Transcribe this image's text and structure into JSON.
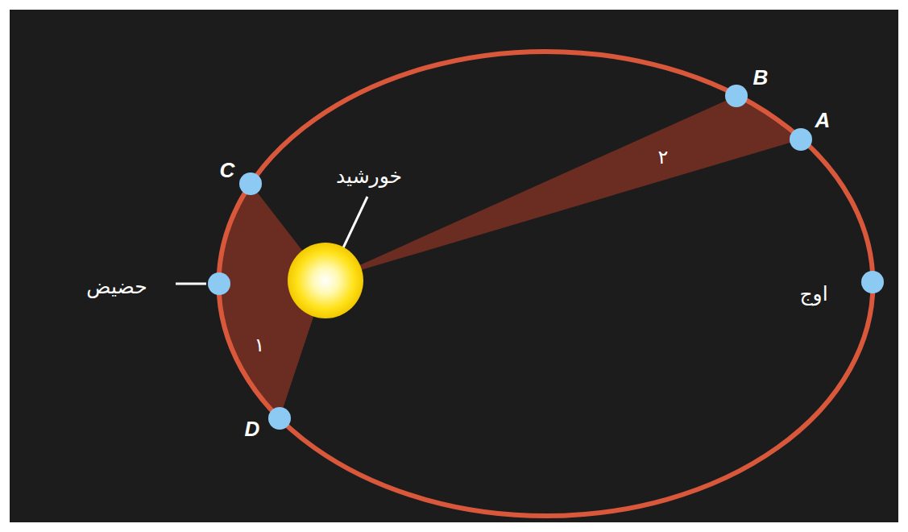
{
  "diagram": {
    "labels": [
      "B",
      "A",
      "خورشید",
      "C",
      "۲",
      "حضیض",
      "اوج",
      "۱",
      "D"
    ]
  }
}
